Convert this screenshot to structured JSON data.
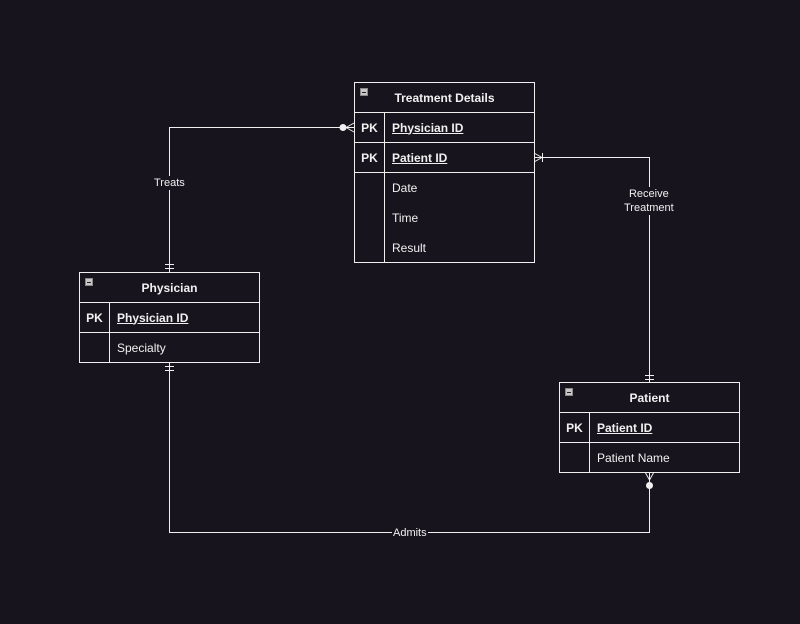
{
  "entities": {
    "treatment": {
      "title": "Treatment Details",
      "rows": [
        {
          "key": "PK",
          "field": "Physician ID"
        },
        {
          "key": "PK",
          "field": "Patient ID"
        },
        {
          "key": "",
          "field": "Date"
        },
        {
          "key": "",
          "field": "Time"
        },
        {
          "key": "",
          "field": "Result"
        }
      ]
    },
    "physician": {
      "title": "Physician",
      "rows": [
        {
          "key": "PK",
          "field": "Physician ID"
        },
        {
          "key": "",
          "field": "Specialty"
        }
      ]
    },
    "patient": {
      "title": "Patient",
      "rows": [
        {
          "key": "PK",
          "field": "Patient ID"
        },
        {
          "key": "",
          "field": "Patient Name"
        }
      ]
    }
  },
  "relationships": {
    "treats": {
      "label": "Treats",
      "from": "Physician (one and only one)",
      "to": "Treatment Details (zero or many)"
    },
    "receive": {
      "label_line1": "Receive",
      "label_line2": "Treatment",
      "from": "Patient (one and only one)",
      "to": "Treatment Details (one or many)"
    },
    "admits": {
      "label": "Admits",
      "from": "Physician (one and only one)",
      "to": "Patient (zero or many)"
    }
  },
  "colors": {
    "background": "#18141d",
    "stroke": "#f0f0f0"
  }
}
